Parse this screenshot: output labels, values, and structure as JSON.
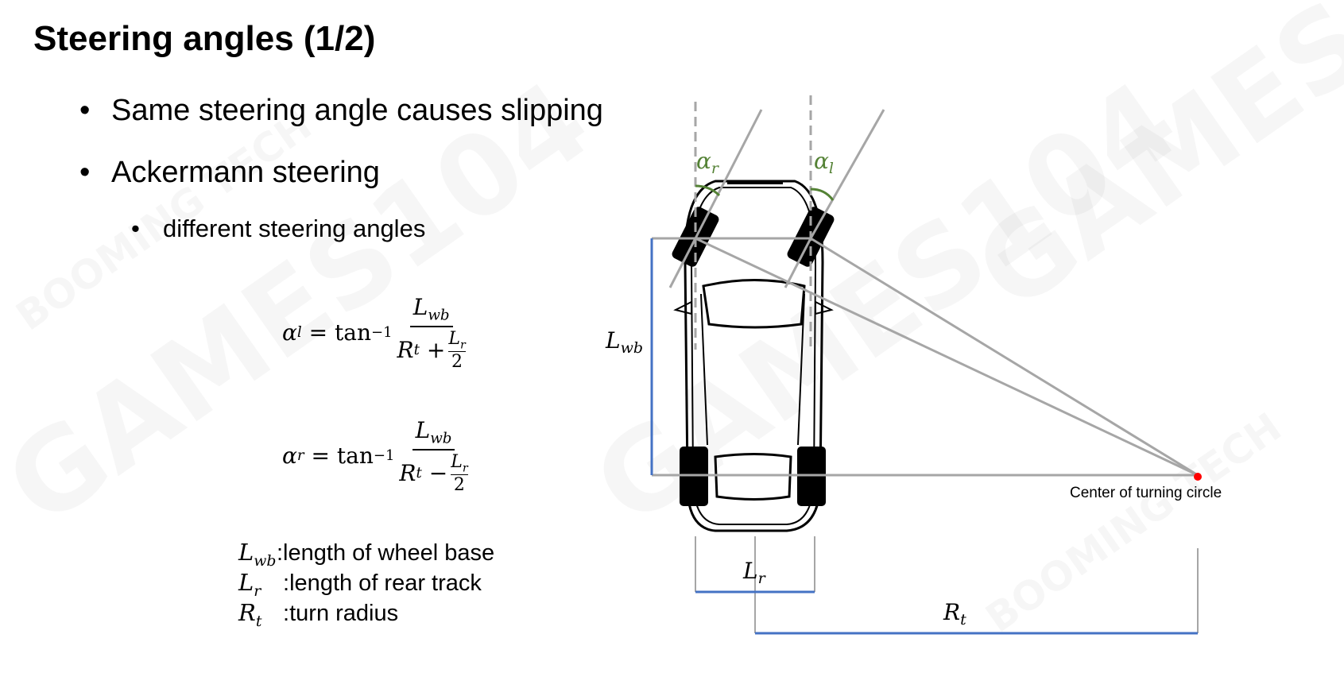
{
  "title": "Steering angles (1/2)",
  "bullets": [
    "Same steering angle causes slipping",
    "Ackermann steering"
  ],
  "sub_bullets": [
    "different steering angles"
  ],
  "equations": {
    "alpha_l": {
      "lhs": "α",
      "lhs_sub": "l",
      "fn": "= tan",
      "sup": "−1",
      "num": "L",
      "num_sub": "wb",
      "den": "R",
      "den_sub": "t",
      "op": "+",
      "frac_num": "L",
      "frac_num_sub": "r",
      "frac_den": "2"
    },
    "alpha_r": {
      "lhs": "α",
      "lhs_sub": "r",
      "fn": "= tan",
      "sup": "−1",
      "num": "L",
      "num_sub": "wb",
      "den": "R",
      "den_sub": "t",
      "op": "−",
      "frac_num": "L",
      "frac_num_sub": "r",
      "frac_den": "2"
    }
  },
  "definitions": [
    {
      "sym": "L",
      "sub": "wb",
      "text": ":length of wheel base"
    },
    {
      "sym": "L",
      "sub": "r",
      "text": " :length of rear track"
    },
    {
      "sym": "R",
      "sub": "t",
      "text": " :turn radius"
    }
  ],
  "diagram": {
    "alpha_r": "α",
    "alpha_r_sub": "r",
    "alpha_l": "α",
    "alpha_l_sub": "l",
    "lwb": "L",
    "lwb_sub": "wb",
    "lr": "L",
    "lr_sub": "r",
    "rt": "R",
    "rt_sub": "t",
    "center_label": "Center of turning circle",
    "colors": {
      "blue": "#4472c4",
      "green": "#548235",
      "gray": "#a6a6a6",
      "red": "#ff0000"
    }
  },
  "watermarks": [
    "GAMES104",
    "BOOMING TECH"
  ]
}
